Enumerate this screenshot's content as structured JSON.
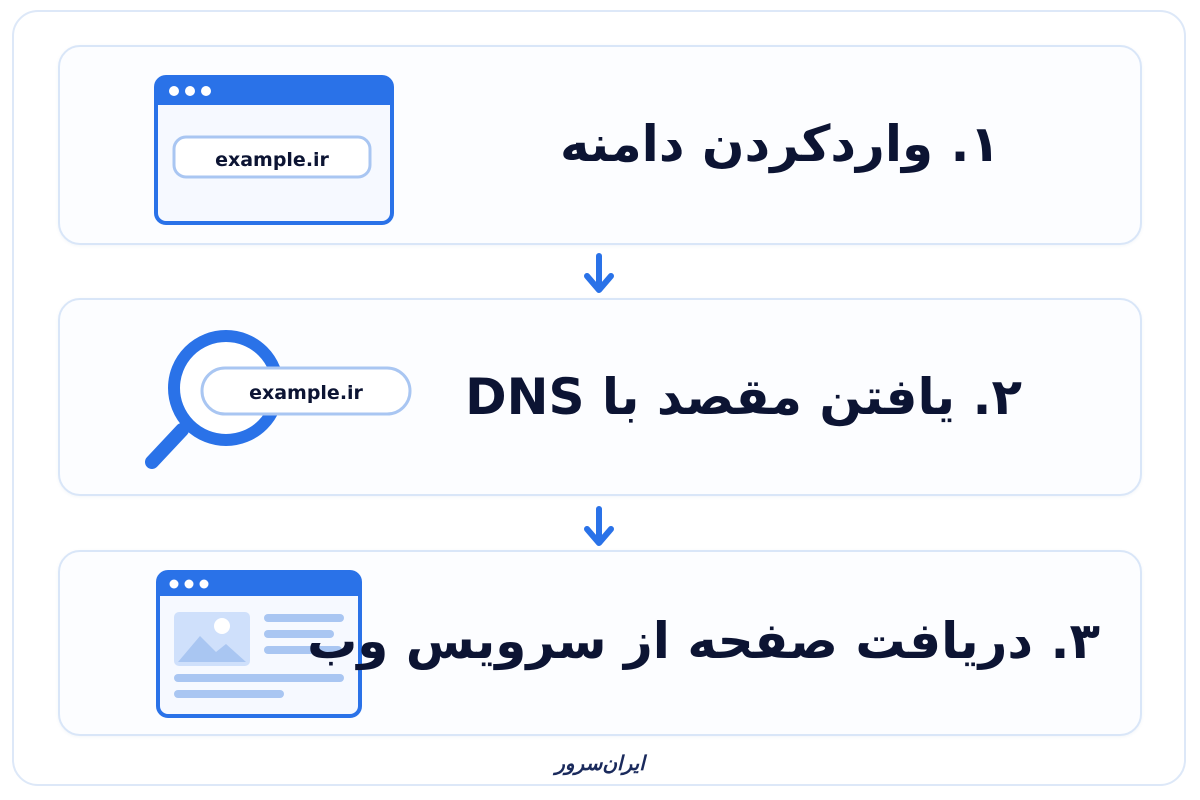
{
  "steps": [
    {
      "title": "۱. واردکردن دامنه",
      "url_text": "example.ir"
    },
    {
      "title": "۲. یافتن مقصد با DNS",
      "url_text": "example.ir"
    },
    {
      "title": "۳. دریافت صفحه از سرویس وب"
    }
  ],
  "brand": {
    "name": "ایران‌سرور"
  },
  "colors": {
    "accent": "#2a72e8",
    "accent_dark": "#1a5fd6",
    "light_blue": "#cfe0fb",
    "text": "#0c1433",
    "card_border": "#d9e6f8"
  }
}
